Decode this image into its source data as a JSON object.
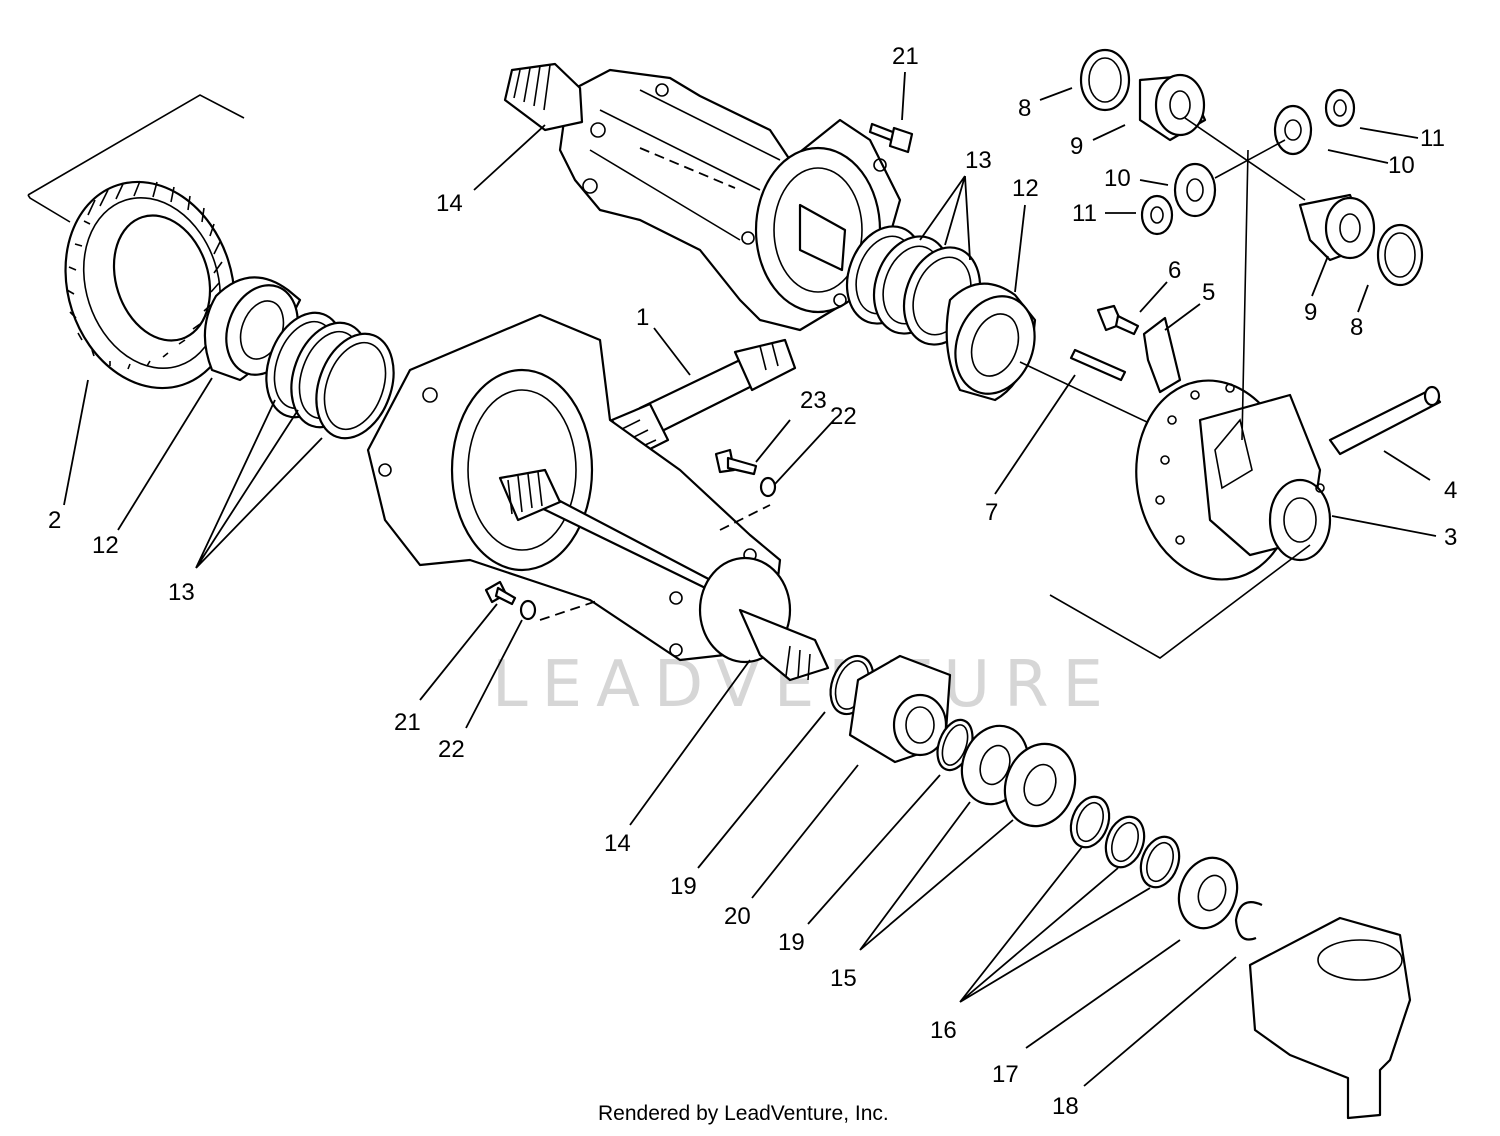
{
  "diagram": {
    "watermark": "LEADVENTURE",
    "credit": "Rendered by LeadVenture, Inc.",
    "callouts": {
      "c1": "1",
      "c2": "2",
      "c3": "3",
      "c4": "4",
      "c5": "5",
      "c6": "6",
      "c7": "7",
      "c8a": "8",
      "c8b": "8",
      "c9a": "9",
      "c9b": "9",
      "c10a": "10",
      "c10b": "10",
      "c11a": "11",
      "c11b": "11",
      "c12a": "12",
      "c12b": "12",
      "c13a": "13",
      "c13b": "13",
      "c14a": "14",
      "c14b": "14",
      "c15": "15",
      "c16": "16",
      "c17": "17",
      "c18": "18",
      "c19a": "19",
      "c19b": "19",
      "c20": "20",
      "c21a": "21",
      "c21b": "21",
      "c22a": "22",
      "c22b": "22",
      "c23": "23"
    }
  }
}
